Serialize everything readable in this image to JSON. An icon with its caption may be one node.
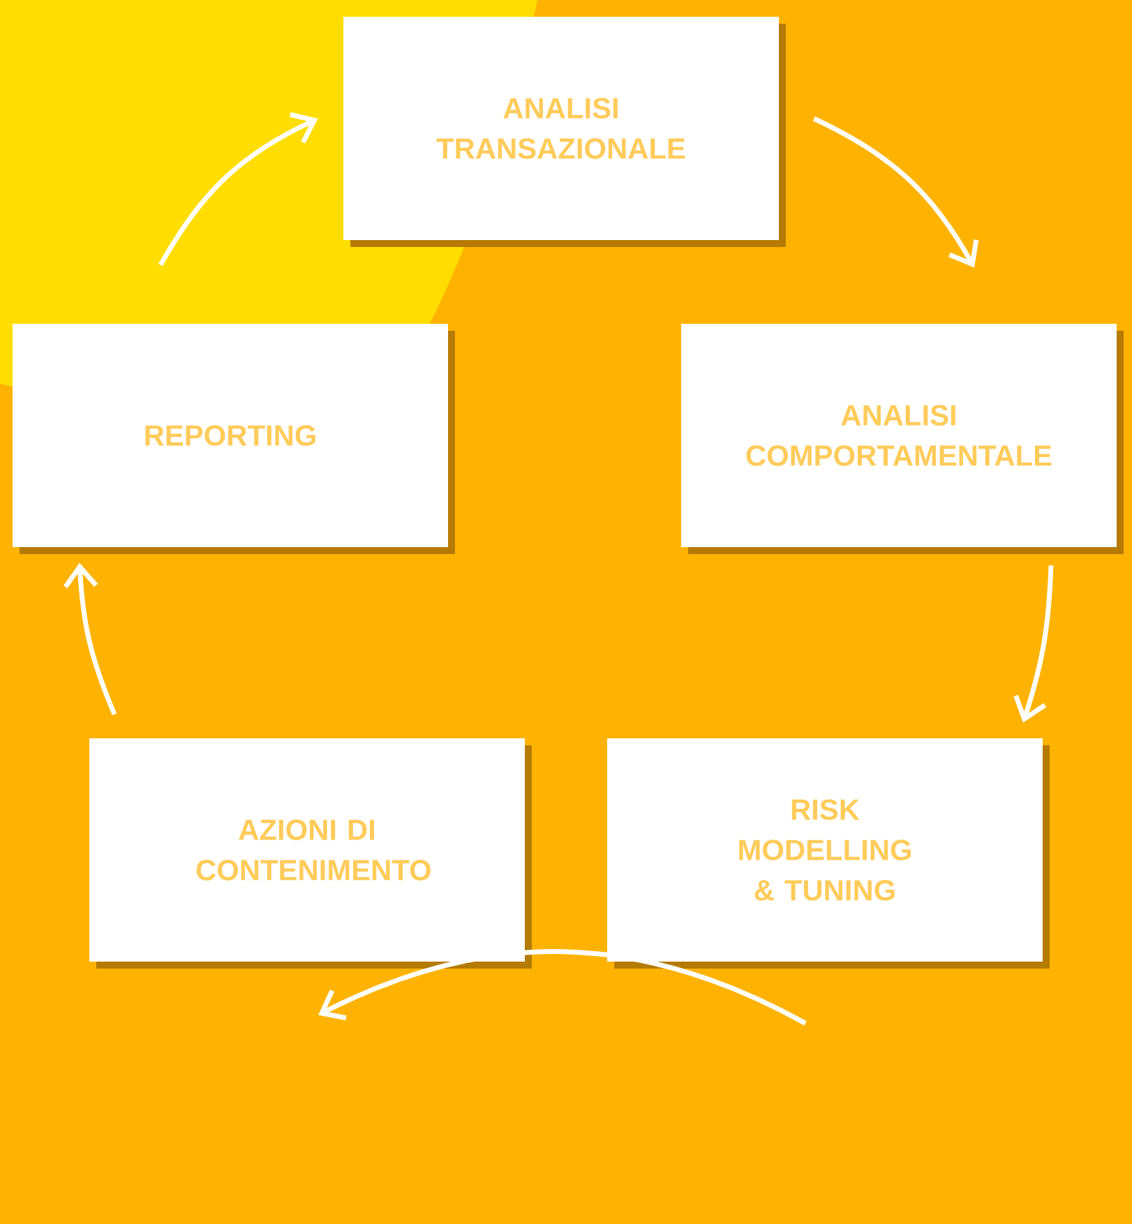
{
  "diagram": {
    "nodes": [
      {
        "text": [
          "ANALISI TRANSAZIONALE"
        ]
      },
      {
        "text": [
          "ANALISI COMPORTAMENTALE"
        ]
      },
      {
        "text": [
          "RISK MODELLING & TUNING"
        ]
      },
      {
        "text": [
          "AZIONI DI CONTENIMENTO"
        ]
      },
      {
        "text": [
          "REPORTING"
        ]
      }
    ],
    "edges": [
      {
        "from": 0,
        "to": 1,
        "arrow": "to"
      },
      {
        "from": 1,
        "to": 2,
        "arrow": "to"
      },
      {
        "from": 2,
        "to": 3,
        "arrow": "to"
      },
      {
        "from": 3,
        "to": 4,
        "arrow": "to"
      },
      {
        "from": 4,
        "to": 0,
        "arrow": "to"
      }
    ]
  }
}
